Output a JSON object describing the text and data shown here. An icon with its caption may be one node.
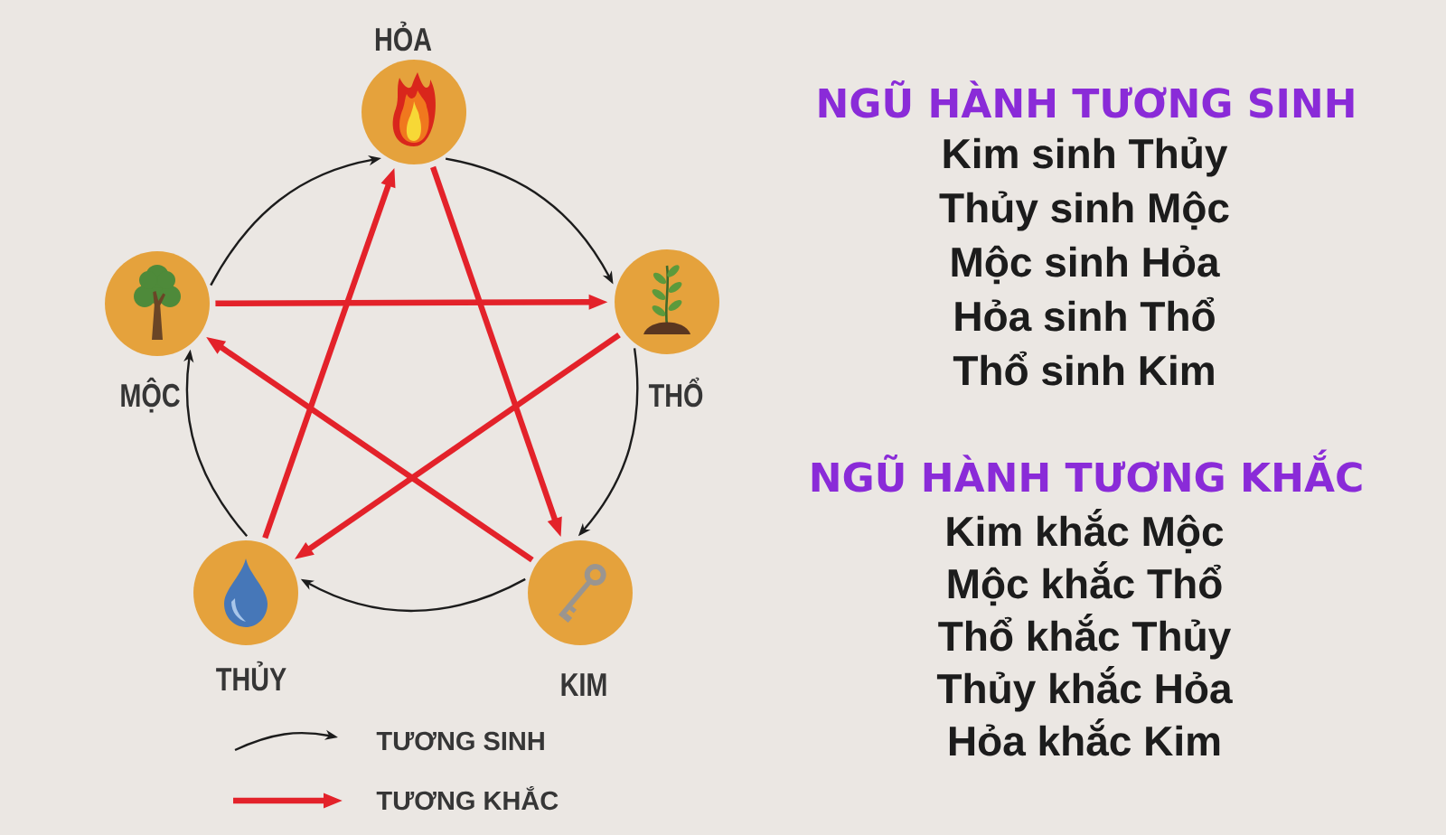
{
  "diagram": {
    "nodes": [
      {
        "text": [
          "HỎA"
        ]
      },
      {
        "text": [
          "MỘC"
        ]
      },
      {
        "text": [
          "THỔ"
        ]
      },
      {
        "text": [
          "THỦY"
        ]
      },
      {
        "text": [
          "KIM"
        ]
      }
    ],
    "edges": [
      {
        "from": 1,
        "to": 0,
        "arrow": "to"
      },
      {
        "from": 0,
        "to": 2,
        "arrow": "to"
      },
      {
        "from": 2,
        "to": 4,
        "arrow": "to"
      },
      {
        "from": 4,
        "to": 3,
        "arrow": "to"
      },
      {
        "from": 3,
        "to": 1,
        "arrow": "to"
      },
      {
        "from": 4,
        "to": 1,
        "arrow": "to",
        "style": "thick",
        "color": "#e3222a"
      },
      {
        "from": 1,
        "to": 2,
        "arrow": "to",
        "style": "thick",
        "color": "#e3222a"
      },
      {
        "from": 2,
        "to": 3,
        "arrow": "to",
        "style": "thick",
        "color": "#e3222a"
      },
      {
        "from": 3,
        "to": 0,
        "arrow": "to",
        "style": "thick",
        "color": "#e3222a"
      },
      {
        "from": 0,
        "to": 4,
        "arrow": "to",
        "style": "thick",
        "color": "#e3222a"
      }
    ],
    "labels": [
      "NGŨ HÀNH TƯƠNG SINH",
      "Kim sinh Thủy",
      "Thủy sinh Mộc",
      "Mộc sinh Hỏa",
      "Hỏa sinh Thổ",
      "Thổ sinh Kim",
      "NGŨ HÀNH TƯƠNG KHẮC",
      "Kim khắc Mộc",
      "Mộc khắc Thổ",
      "Thổ khắc Thủy",
      "Thủy khắc Hỏa",
      "Hỏa khắc Kim"
    ],
    "legend": [
      {
        "text": "TƯƠNG SINH"
      },
      {
        "text": "TƯƠNG KHẮC"
      }
    ]
  }
}
